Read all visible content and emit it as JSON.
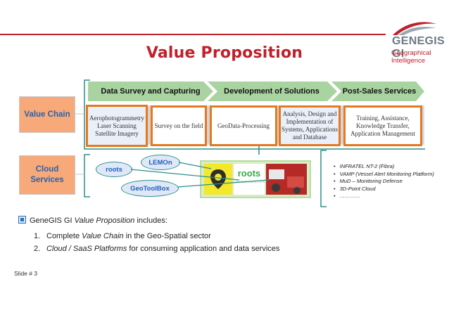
{
  "title": "Value Proposition",
  "logo": {
    "name": "GENEGIS GI",
    "tagline": "Geographical Intelligence"
  },
  "rows": {
    "value_chain": "Value Chain",
    "cloud_services": "Cloud Services"
  },
  "phases": [
    "Data Survey and Capturing",
    "Development of Solutions",
    "Post-Sales Services"
  ],
  "value_chain_cards": [
    "Aerophotogrammetry Laser Scanning Satellite Imagery",
    "Survey on the field",
    "GeoData-Processing",
    "Analysis, Design and Implementation of Systems, Applications and Database",
    "Training, Assistance, Knowledge Transfer, Application Management"
  ],
  "cloud_platforms": {
    "pill_1": "LEMOn",
    "pill_2": "roots",
    "pill_3": "GeoToolBox",
    "roots_logo": "roots",
    "roots_sub": "G R E E N  L O G I S T I C S"
  },
  "services_list": [
    "INFRATEL NT-2 (Fibra)",
    "VAMP (Vessel Alert Monitoring Platform)",
    "MuD – Monitoring Defense",
    "3D-Point Cloud",
    "…………"
  ],
  "summary": {
    "intro_pre": "GeneGIS GI ",
    "intro_em": "Value Proposition",
    "intro_post": " includes:",
    "item1_num": "1.",
    "item1_pre": "Complete ",
    "item1_em": "Value Chain",
    "item1_post": " in the Geo-Spatial sector",
    "item2_num": "2.",
    "item2_em": "Cloud / SaaS Platforms",
    "item2_post": " for consuming application and data services"
  },
  "footer": {
    "slide": "Slide # 3"
  },
  "colors": {
    "accent": "#c0202a",
    "orange": "#e6781f",
    "salmon": "#f7a97a",
    "teal": "#2b8f8a",
    "phase_fill": "#a9d3a0"
  }
}
